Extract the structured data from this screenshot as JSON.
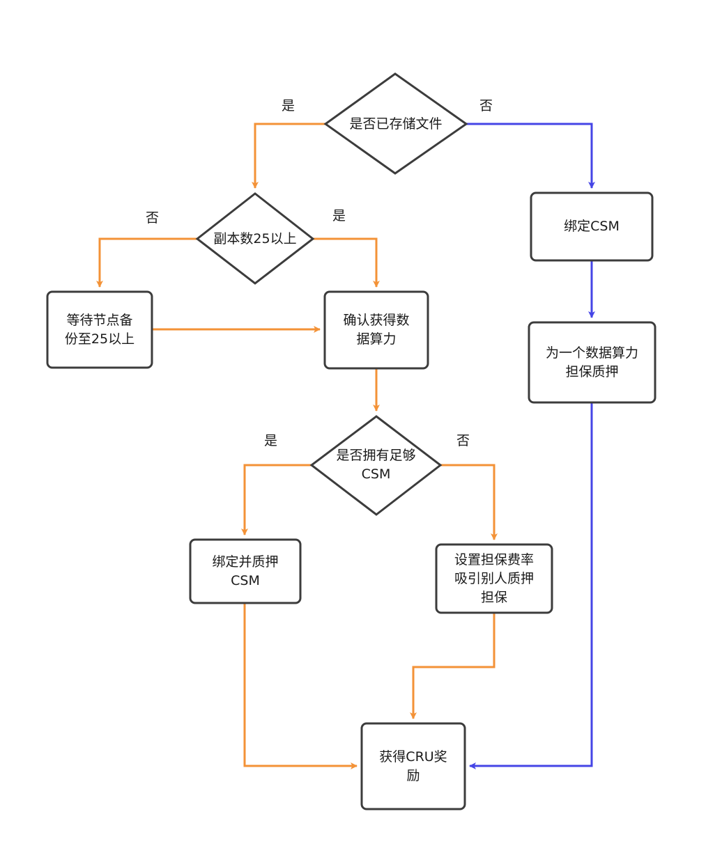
{
  "colors": {
    "yes_path": "#f39237",
    "no_path": "#4545e6",
    "node_stroke": "#3c3c3c"
  },
  "nodes": {
    "stored_file": "是否已存储文件",
    "replicas_25": "副本数25以上",
    "wait_backup": "等待节点备\n份至25以上",
    "confirm_power": "确认获得数\n据算力",
    "enough_csm": "是否拥有足够\nCSM",
    "bind_pledge": "绑定并质押\nCSM",
    "set_rate": "设置担保费率\n吸引别人质押\n担保",
    "get_reward": "获得CRU奖\n励",
    "bind_csm": "绑定CSM",
    "guarantee_pledge": "为一个数据算力\n担保质押"
  },
  "labels": {
    "stored_yes": "是",
    "stored_no": "否",
    "replicas_no": "否",
    "replicas_yes": "是",
    "csm_yes": "是",
    "csm_no": "否"
  }
}
